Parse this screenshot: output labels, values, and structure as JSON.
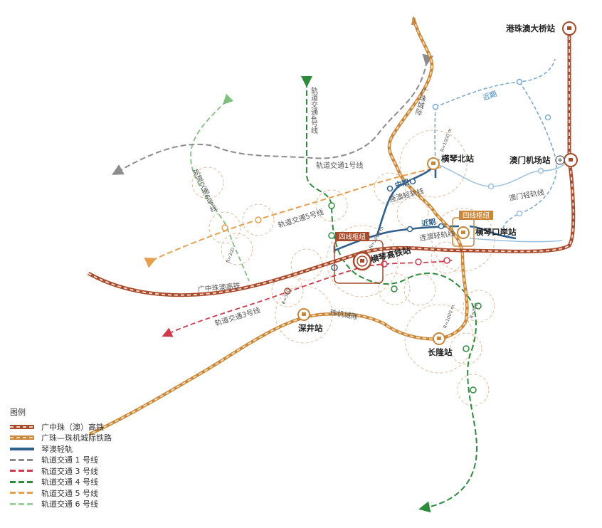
{
  "colors": {
    "hsr": "#a84a2c",
    "intercity": "#c8873a",
    "light_rail": "#2f5f8c",
    "line1": "#8c8c8c",
    "line3": "#cf3a4c",
    "line4": "#2e8b3c",
    "line5": "#e6a050",
    "line6": "#9fcf9f",
    "near_term_blue": "#7aaad2",
    "buffer": "#e0b08a"
  },
  "stations": {
    "hengqin_hsr": "横琴高铁站",
    "hengqin_north": "横琴北站",
    "hengqin_port": "横琴口岸站",
    "macau_airport": "澳门机场站",
    "hzm_bridge": "港珠澳大桥站",
    "shenjing": "深井站",
    "changlong": "长隆站"
  },
  "hubs": {
    "four_line_hub_1": "四线枢纽",
    "four_line_hub_2": "四线枢纽"
  },
  "phases": {
    "mid": "中期",
    "near_1": "近期",
    "near_2": "近期"
  },
  "line_labels": {
    "gz_macau_hsr": "广中珠澳高铁",
    "zhuji": "珠机城际",
    "guangzhu": "广珠城际",
    "line1": "轨道交通1号线",
    "line3": "轨道交通3号线",
    "line4": "轨道交通4号线",
    "line5": "轨道交通5号线",
    "line6": "轨道交通6号线",
    "lianao_1": "连澳轻轨线",
    "lianao_2": "连澳轻轨线",
    "macau_lrt": "澳门轻轨线"
  },
  "distances": {
    "d1": "R=1000 m",
    "d2": "R=1000 m",
    "d3": "R=1000 m",
    "d4": "R=300",
    "d5": "R=300",
    "d6": "R=300"
  },
  "legend": {
    "title": "图例",
    "items": [
      {
        "label": "广中珠（澳）高铁",
        "style": "hsr"
      },
      {
        "label": "广珠—珠机城际铁路",
        "style": "intercity"
      },
      {
        "label": "琴澳轻轨",
        "style": "light_rail"
      },
      {
        "label": "轨道交通 1 号线",
        "style": "line1"
      },
      {
        "label": "轨道交通 3 号线",
        "style": "line3"
      },
      {
        "label": "轨道交通 4 号线",
        "style": "line4"
      },
      {
        "label": "轨道交通 5 号线",
        "style": "line5"
      },
      {
        "label": "轨道交通 6 号线",
        "style": "line6"
      }
    ]
  }
}
